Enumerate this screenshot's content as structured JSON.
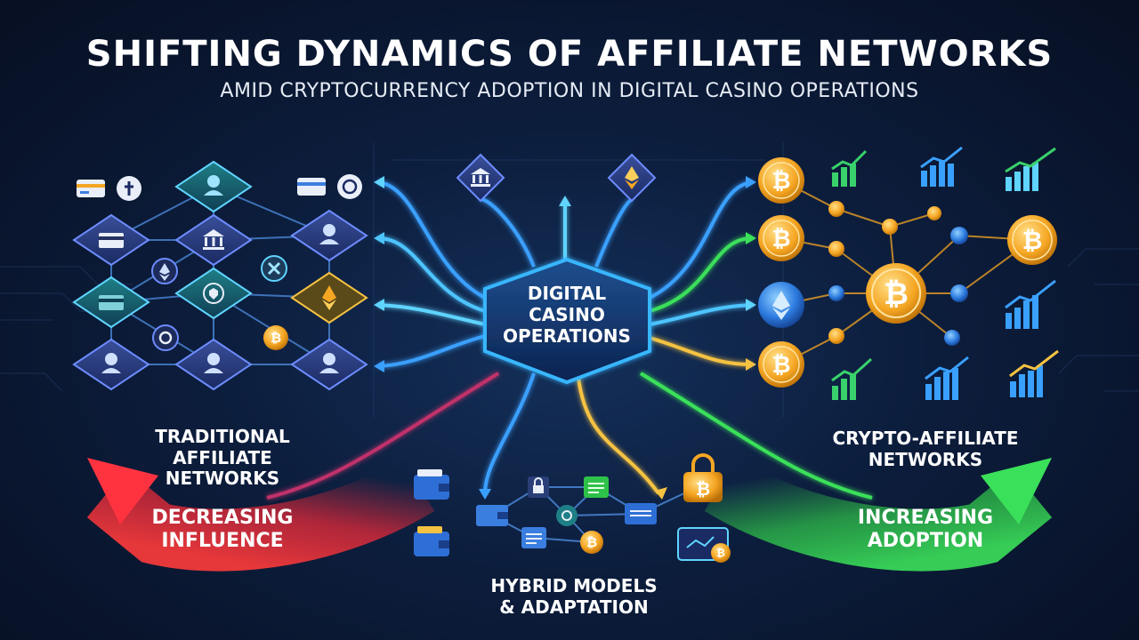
{
  "title": "SHIFTING DYNAMICS OF AFFILIATE NETWORKS",
  "subtitle": "AMID CRYPTOCURRENCY ADOPTION IN DIGITAL CASINO OPERATIONS",
  "hub": {
    "line1": "DIGITAL",
    "line2": "CASINO",
    "line3": "OPERATIONS"
  },
  "traditional": {
    "label": "TRADITIONAL\nAFFILIATE\nNETWORKS",
    "trend": "DECREASING\nINFLUENCE"
  },
  "crypto": {
    "label": "CRYPTO-AFFILIATE\nNETWORKS",
    "trend": "INCREASING\nADOPTION"
  },
  "hybrid": {
    "label": "HYBRID MODELS\n& ADAPTATION"
  },
  "icons": {
    "traditional": [
      "credit-card-icon",
      "bank-icon",
      "user-icon",
      "ethereum-icon",
      "bitcoin-icon",
      "lock-icon"
    ],
    "center_top": [
      "bank-icon",
      "ethereum-icon"
    ],
    "crypto": [
      "bitcoin-icon",
      "ethereum-icon",
      "bar-chart-up-icon"
    ],
    "hybrid": [
      "wallet-icon",
      "padlock-icon",
      "document-icon",
      "bitcoin-icon"
    ]
  },
  "colors": {
    "background": "#0c1d3c",
    "hub_glow": "#38b6ff",
    "decrease_arrow": "#e0293a",
    "increase_arrow": "#2fc24a",
    "bitcoin": "#f5a623",
    "ethereum_blue": "#3a7fe0",
    "chart_green": "#39d16b"
  }
}
